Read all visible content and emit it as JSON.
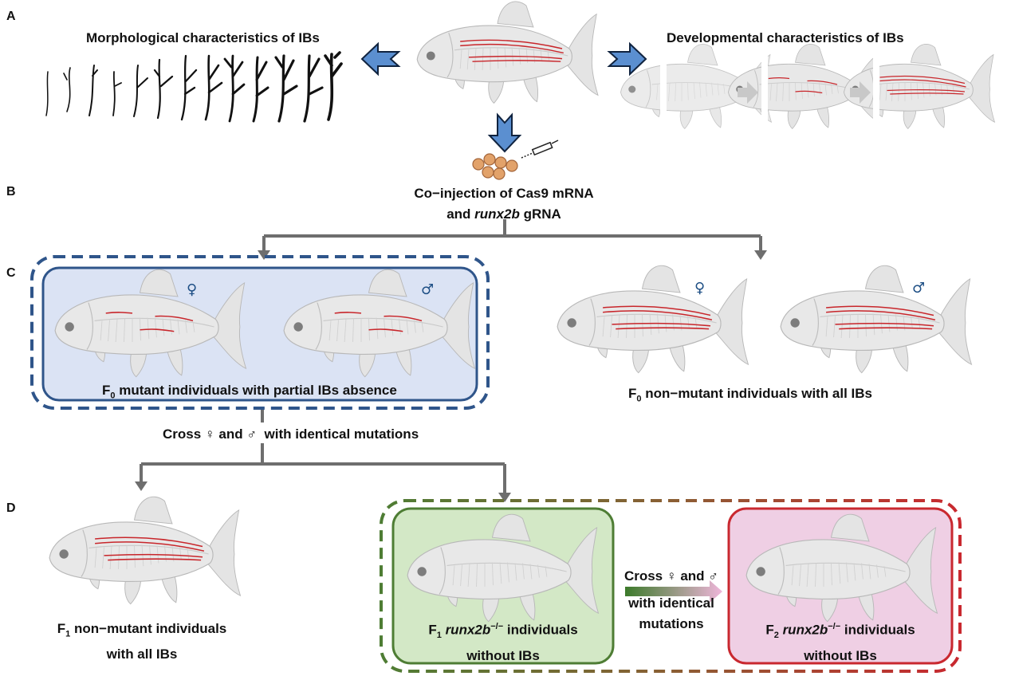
{
  "panels": {
    "a": "A",
    "b": "B",
    "c": "C",
    "d": "D"
  },
  "section_a": {
    "morph_title": "Morphological characteristics of IBs",
    "dev_title": "Developmental characteristics of IBs"
  },
  "injection": {
    "line1": "Co−injection of Cas9 mRNA",
    "line2_pre": "and ",
    "line2_gene": "runx2b",
    "line2_post": " gRNA"
  },
  "section_c": {
    "female_symbol": "♀",
    "male_symbol": "♂",
    "mutant_label_pre": "F",
    "mutant_label_sub": "0",
    "mutant_label_post": " mutant individuals with partial IBs absence",
    "nonmutant_label_pre": "F",
    "nonmutant_label_sub": "0",
    "nonmutant_label_post": " non−mutant individuals with all IBs"
  },
  "cross1": "Cross ♀ and ♂  with identical mutations",
  "section_d": {
    "f1_nonmutant_pre": "F",
    "f1_nonmutant_sub": "1",
    "f1_nonmutant_post": " non−mutant individuals",
    "f1_nonmutant_line2": "with all IBs",
    "f1_mut_pre": "F",
    "f1_mut_sub": "1",
    "f1_mut_gene": "runx2b",
    "f1_mut_sup": "−/−",
    "f1_mut_post": " individuals",
    "f1_mut_line2": "without IBs",
    "cross2_line1": "Cross ♀ and ♂",
    "cross2_line2": "with identical",
    "cross2_line3": "mutations",
    "f2_mut_pre": "F",
    "f2_mut_sub": "2",
    "f2_mut_gene": "runx2b",
    "f2_mut_sup": "−/−",
    "f2_mut_post": " individuals",
    "f2_mut_line2": "without IBs"
  },
  "colors": {
    "blue_box": "#dbe3f4",
    "blue_border": "#2f558a",
    "green_box": "#d3e8c6",
    "green_border": "#4e7d34",
    "pink_box": "#efcfe4",
    "pink_border": "#c9282f",
    "arrow_blue": "#5b8fd0",
    "connector": "#6e6e6e",
    "fish_body": "#e6e6e6",
    "bone_red": "#c8262b"
  }
}
